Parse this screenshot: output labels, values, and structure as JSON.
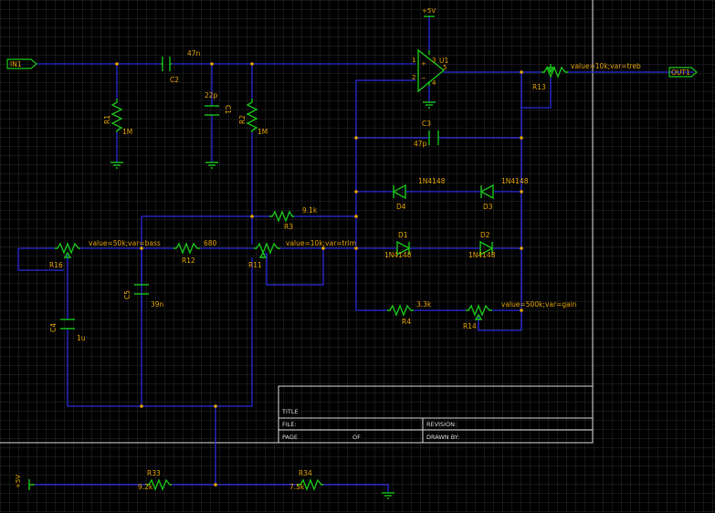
{
  "nets": {
    "in": "IN1",
    "out": "OUT1",
    "vplus_top": "+5V",
    "vplus_left": "+5V"
  },
  "opamp": {
    "name": "U1",
    "pin1": "1",
    "pin2": "2",
    "pin3": "3",
    "pin4": "4",
    "pin5": "5"
  },
  "capacitors": {
    "c1": {
      "name": "C1",
      "value": "22p"
    },
    "c2": {
      "name": "C2",
      "value": "47n"
    },
    "c3": {
      "name": "C3",
      "value": "47p"
    },
    "c4": {
      "name": "C4",
      "value": "1u"
    },
    "c5": {
      "name": "C5",
      "value": "39n"
    }
  },
  "resistors": {
    "r1": {
      "name": "R1",
      "value": "1M"
    },
    "r2": {
      "name": "R2",
      "value": "1M"
    },
    "r3": {
      "name": "R3",
      "value": "9.1k"
    },
    "r4": {
      "name": "R4",
      "value": "3.3k"
    },
    "r12": {
      "name": "R12",
      "value": "680"
    },
    "r33": {
      "name": "R33",
      "value": "9.2k"
    },
    "r34": {
      "name": "R34",
      "value": "7.5k"
    }
  },
  "potentiometers": {
    "r11": {
      "name": "R11",
      "value": "value=10k;var=trim"
    },
    "r13": {
      "name": "R13",
      "value": "value=10k;var=treb"
    },
    "r14": {
      "name": "R14",
      "value": "value=500k;var=gain"
    },
    "r16": {
      "name": "R16",
      "value": "value=50k;var=bass"
    }
  },
  "diodes": {
    "d1": {
      "name": "D1",
      "part": "1N4148"
    },
    "d2": {
      "name": "D2",
      "part": "1N4148"
    },
    "d3": {
      "name": "D3",
      "part": "1N4148"
    },
    "d4": {
      "name": "D4",
      "part": "1N4148"
    }
  },
  "title_block": {
    "title": "TITLE",
    "file": "FILE:",
    "page": "PAGE",
    "of": "OF",
    "revision": "REVISION:",
    "drawn_by": "DRAWN BY:"
  },
  "colors": {
    "background": "#000000",
    "grid": "#2b2b2b",
    "wire": "#2a2ad8",
    "component": "#18c018",
    "label": "#e0a000"
  }
}
